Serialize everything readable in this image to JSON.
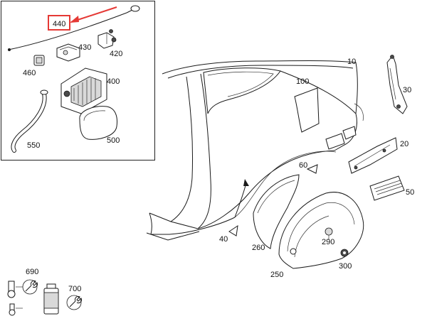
{
  "labels": {
    "p440": "440",
    "p430": "430",
    "p420": "420",
    "p460": "460",
    "p400": "400",
    "p550": "550",
    "p500": "500",
    "p10": "10",
    "p100": "100",
    "p30": "30",
    "p20": "20",
    "p60": "60",
    "p50": "50",
    "p40": "40",
    "p260": "260",
    "p290": "290",
    "p250": "250",
    "p300": "300",
    "p690": "690",
    "p700": "700"
  },
  "colors": {
    "highlight": "#e53935",
    "line": "#1a1a1a",
    "inset_border": "#222222",
    "shade": "#d9d9d9"
  },
  "icons": [
    "wrench-icon",
    "wrench-icon"
  ]
}
